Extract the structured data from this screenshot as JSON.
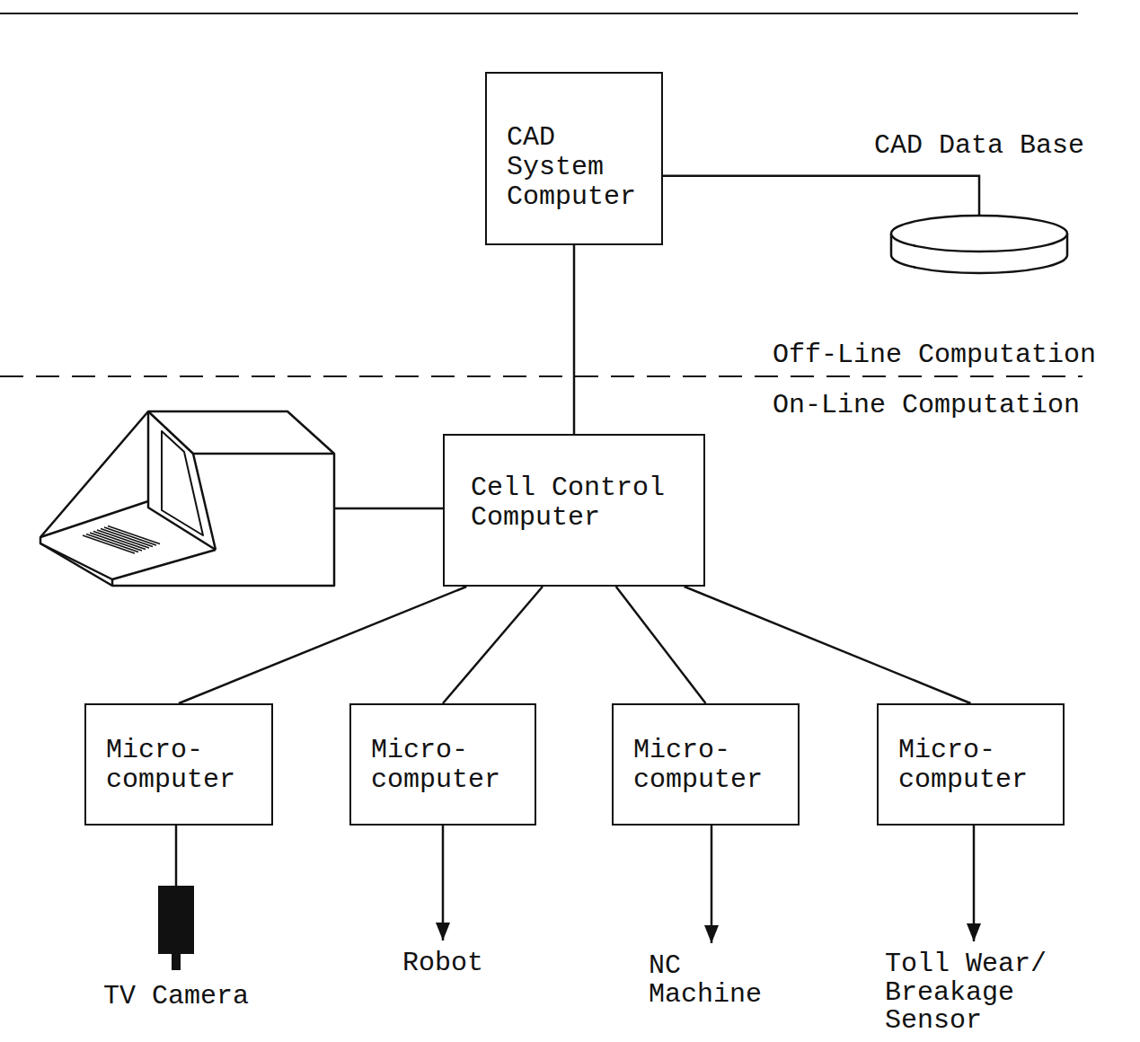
{
  "diagram": {
    "nodes": [
      {
        "text": [
          "CAD System Computer"
        ]
      },
      {
        "text": [
          "CAD Data Base"
        ]
      },
      {
        "text": [
          "Cell Control Computer"
        ]
      },
      {
        "text": [
          "Micro- computer"
        ]
      },
      {
        "text": [
          "Micro- computer"
        ]
      },
      {
        "text": [
          "Micro- computer"
        ]
      },
      {
        "text": [
          "Micro- computer"
        ]
      }
    ],
    "edges": [
      {
        "from": 0,
        "to": 1,
        "arrow": "none"
      },
      {
        "from": 0,
        "to": 2,
        "arrow": "none"
      },
      {
        "from": 2,
        "to": 3,
        "arrow": "none"
      },
      {
        "from": 2,
        "to": 4,
        "arrow": "none"
      },
      {
        "from": 2,
        "to": 5,
        "arrow": "none"
      },
      {
        "from": 2,
        "to": 6,
        "arrow": "none"
      }
    ],
    "labels": [
      "Off-Line Computation",
      "On-Line Computation",
      "TV Camera",
      "Robot",
      "NC Machine",
      "Toll Wear/ Breakage Sensor"
    ]
  }
}
